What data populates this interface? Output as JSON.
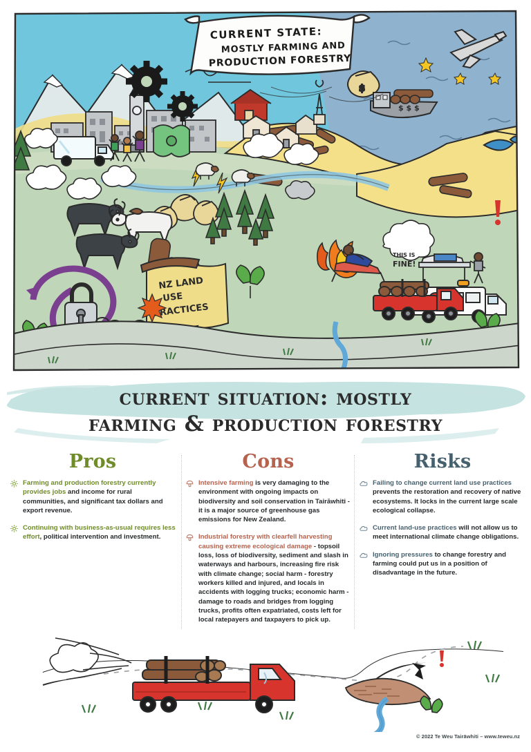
{
  "illustration": {
    "alt_name": "current-state-farming-forestry-illustration",
    "banner_text": "CURRENT STATE: MOSTLY FARMING AND PRODUCTION FORESTRY",
    "banner_line_1": "CURRENT  STATE:",
    "banner_line_2": "MOSTLY FARMING AND",
    "banner_line_3": "PRODUCTION  FORESTRY",
    "scroll_label_line_1": "NZ LAND",
    "scroll_label_line_2": "USE",
    "scroll_label_line_3": "PRACTICES",
    "speech_bubble_line_1": "THIS IS",
    "speech_bubble_line_2": "FINE!",
    "ship_money_label": "$$$",
    "colors": {
      "sky": "#6fc6dd",
      "sea": "#8fb3cf",
      "pasture": "#bfd6b8",
      "hill_yellow": "#f0de86",
      "sand": "#f5e08a",
      "log_brown": "#8a5a3b",
      "truck_red": "#d6342c",
      "fire_orange": "#f07c1e"
    }
  },
  "title": {
    "line1": "Current Situation: Mostly",
    "line2": "Farming & Production Forestry",
    "band_color": "#c5e3e1"
  },
  "columns": [
    {
      "id": "pros",
      "heading": "Pros",
      "accent": "#6f8b2a",
      "bullet_icon": "sun-icon",
      "items": [
        {
          "lead": "Farming and production forestry currently provides jobs",
          "rest": " and income for rural communities, and significant tax dollars and export revenue."
        },
        {
          "lead": "Continuing with business-as-usual requires less effort",
          "rest": ", political intervention and investment."
        }
      ]
    },
    {
      "id": "cons",
      "heading": "Cons",
      "accent": "#b5624e",
      "bullet_icon": "mushroom-icon",
      "items": [
        {
          "lead": "Intensive farming",
          "rest": " is very damaging to the environment with ongoing impacts on biodiversity and soil conservation in Tairāwhiti - it is a major source of greenhouse gas emissions for New Zealand."
        },
        {
          "lead": "Industrial forestry with clearfell harvesting causing extreme ecological damage",
          "rest": " - topsoil loss, loss of biodiversity, sediment and slash in waterways and harbours, increasing fire risk with climate change; social harm - forestry workers killed and injured, and locals in accidents with logging trucks; economic harm - damage to roads and bridges from logging trucks, profits often expatriated, costs left for local ratepayers and taxpayers to pick up."
        }
      ]
    },
    {
      "id": "risks",
      "heading": "Risks",
      "accent": "#46606e",
      "bullet_icon": "cloud-icon",
      "items": [
        {
          "lead": "Failing to change current land use practices",
          "rest": " prevents the restoration and recovery of native ecosystems. It locks in the current large scale ecological collapse."
        },
        {
          "lead": "Current land-use practices",
          "rest": " will not allow us to meet international climate change obligations."
        },
        {
          "lead": "Ignoring pressures",
          "rest": " to change forestry and farming could put us in a position of disadvantage in the future."
        }
      ]
    }
  ],
  "bottom_illustration": {
    "alt_name": "logging-truck-broken-road-illustration",
    "elements": [
      "exhaust-cloud",
      "red-logging-truck",
      "log-load",
      "broken-road",
      "eroded-bank",
      "stream",
      "grass-tufts",
      "warning-exclamation"
    ]
  },
  "footer": {
    "copyright": "© 2022 Te Weu Tairāwhiti – www.teweu.nz"
  }
}
